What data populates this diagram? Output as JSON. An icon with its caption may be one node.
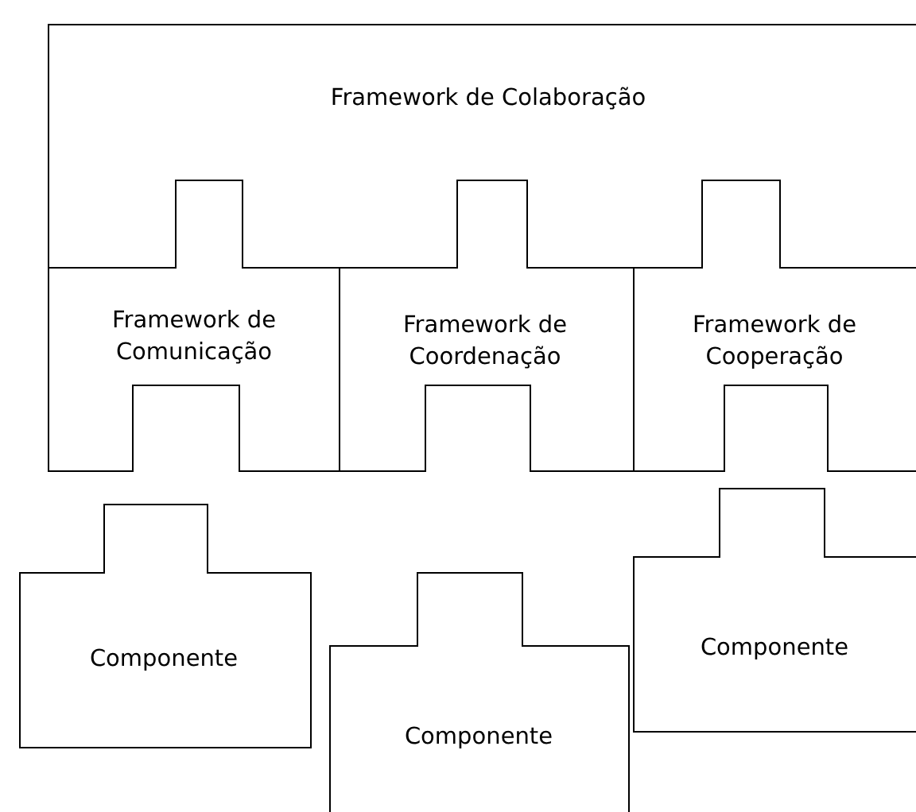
{
  "diagram": {
    "nodes": [
      {
        "text": [
          "Framework de Colaboração"
        ]
      },
      {
        "text": [
          "Framework de Comunicação"
        ]
      },
      {
        "text": [
          "Framework de Coordenação"
        ]
      },
      {
        "text": [
          "Framework de Cooperação"
        ]
      },
      {
        "text": [
          "Componente"
        ]
      },
      {
        "text": [
          "Componente"
        ]
      },
      {
        "text": [
          "Componente"
        ]
      }
    ]
  }
}
